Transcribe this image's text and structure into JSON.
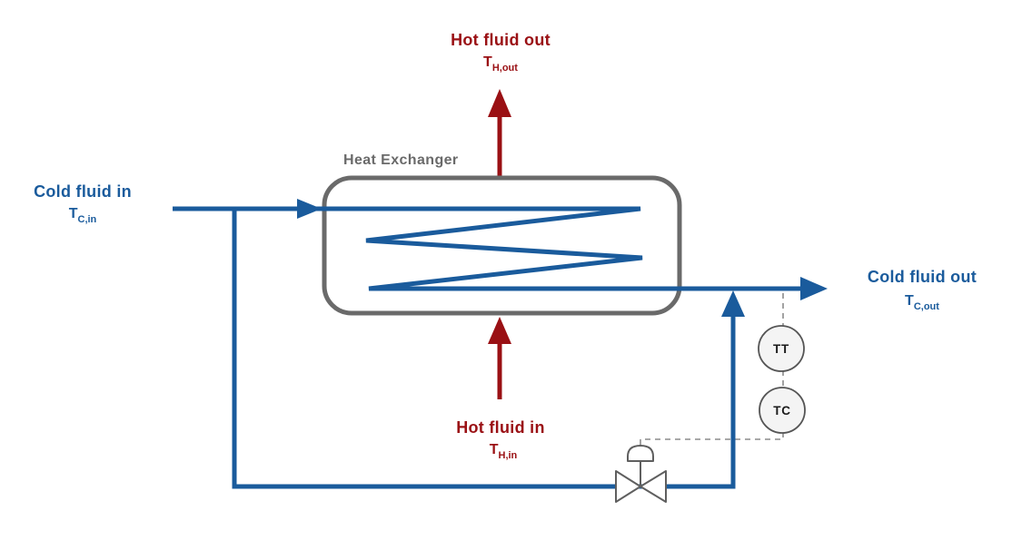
{
  "diagram": {
    "equipment_label": "Heat Exchanger",
    "streams": {
      "cold_in": {
        "label": "Cold fluid in",
        "symbol": "T",
        "subscript": "C,in"
      },
      "cold_out": {
        "label": "Cold fluid out",
        "symbol": "T",
        "subscript": "C,out"
      },
      "hot_in": {
        "label": "Hot fluid in",
        "symbol": "T",
        "subscript": "H,in"
      },
      "hot_out": {
        "label": "Hot fluid out",
        "symbol": "T",
        "subscript": "H,out"
      }
    },
    "instruments": [
      {
        "tag": "TT"
      },
      {
        "tag": "TC"
      }
    ]
  },
  "colors": {
    "cold": "#1a5b9c",
    "hot": "#9a1014",
    "equipment": "#6a6a6a",
    "signal": "#8c8c8c",
    "valve": "#5f5f5f",
    "instrument_fill": "#f4f4f4",
    "instrument_stroke": "#555555",
    "instrument_text": "#1a1a1a",
    "background": "#ffffff"
  }
}
